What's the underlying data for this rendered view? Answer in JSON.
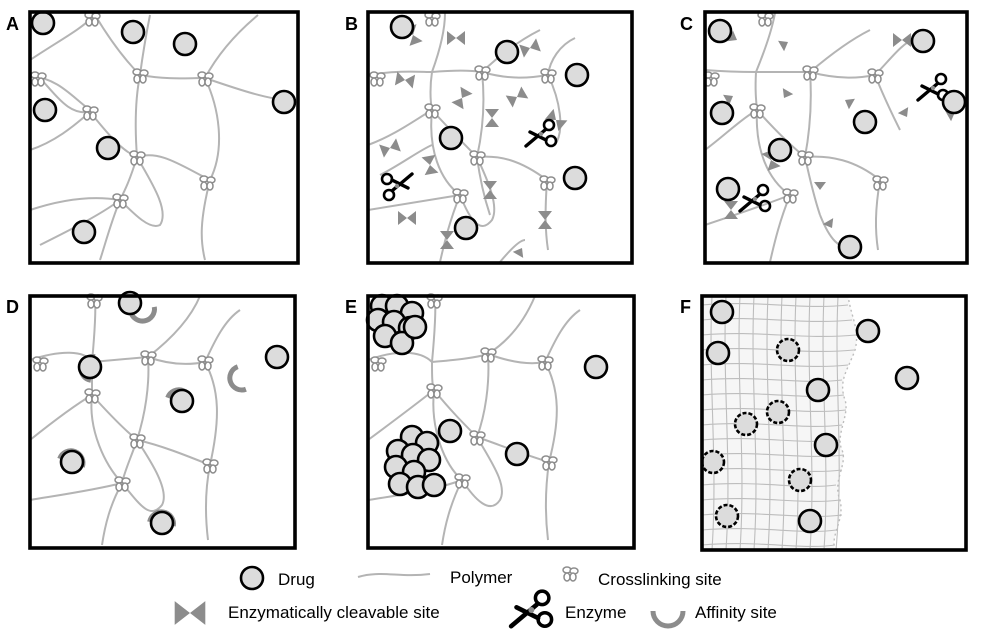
{
  "panels": [
    {
      "id": "A",
      "label": "A"
    },
    {
      "id": "B",
      "label": "B"
    },
    {
      "id": "C",
      "label": "C"
    },
    {
      "id": "D",
      "label": "D"
    },
    {
      "id": "E",
      "label": "E"
    },
    {
      "id": "F",
      "label": "F"
    }
  ],
  "legend": {
    "drug": "Drug",
    "polymer": "Polymer",
    "crosslink": "Crosslinking site",
    "cleavable": "Enzymatically cleavable site",
    "enzyme": "Enzyme",
    "affinity": "Affinity site"
  },
  "colors": {
    "frame": "#000000",
    "polymer": "#b4b4b4",
    "drug_fill": "#dcdcdc",
    "drug_stroke": "#000000",
    "site_gray": "#8c8c8c",
    "mesh": "#bdbdbd"
  },
  "icons": [
    "drug-icon",
    "polymer-icon",
    "crosslink-icon",
    "cleavable-site-icon",
    "enzyme-scissors-icon",
    "affinity-site-icon"
  ]
}
